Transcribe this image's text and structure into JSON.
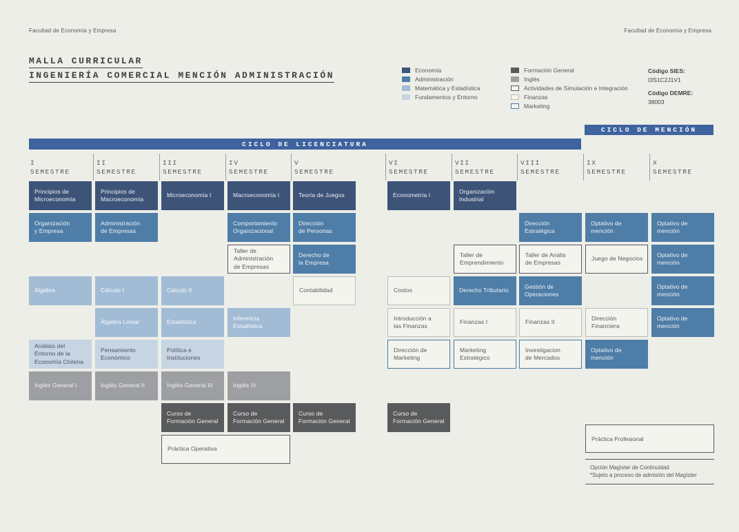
{
  "page": {
    "faculty_left": "Facultad de Economía y Empresa",
    "faculty_right": "Facultad de Economía y Empresa"
  },
  "title": {
    "line1": "MALLA CURRICULAR",
    "line2": "INGENIERÍA COMERCIAL MENCIÓN ADMINISTRACIÓN"
  },
  "legend": {
    "col1": [
      {
        "label": "Economía",
        "type": "economia"
      },
      {
        "label": "Administración",
        "type": "administracion"
      },
      {
        "label": "Matemática y Estadística",
        "type": "matematica"
      },
      {
        "label": "Fundamentos y Entorno",
        "type": "fundamentos"
      }
    ],
    "col2": [
      {
        "label": "Formación General",
        "type": "formacion"
      },
      {
        "label": "Inglés",
        "type": "ingles"
      },
      {
        "label": "Actividades de Simulación e Integración",
        "type": "actividades"
      },
      {
        "label": "Finanzas",
        "type": "finanzas"
      },
      {
        "label": "Marketing",
        "type": "marketing"
      }
    ]
  },
  "codes": {
    "sies_label": "Código SIES:",
    "sies_value": "I3S1C2J1V1",
    "demre_label": "Código DEMRE:",
    "demre_value": "38003"
  },
  "banners": {
    "licenciatura": "CICLO DE LICENCIATURA",
    "mencion": "CICLO DE MENCIÓN"
  },
  "semester_word": "SEMESTRE",
  "semesters": [
    "I",
    "II",
    "III",
    "IV",
    "V",
    "VI",
    "VII",
    "VIII",
    "IX",
    "X"
  ],
  "courses": [
    {
      "name": "Principios de\nMicroeconomía",
      "col": 1,
      "row": 1,
      "type": "economia"
    },
    {
      "name": "Principios de\nMacroeconomía",
      "col": 2,
      "row": 1,
      "type": "economia"
    },
    {
      "name": "Microeconomía I",
      "col": 3,
      "row": 1,
      "type": "economia"
    },
    {
      "name": "Macroeconomía I",
      "col": 4,
      "row": 1,
      "type": "economia"
    },
    {
      "name": "Teoría de Juegos",
      "col": 5,
      "row": 1,
      "type": "economia"
    },
    {
      "name": "Econometría I",
      "col": 6,
      "row": 1,
      "type": "economia"
    },
    {
      "name": "Organización\nIndustrial",
      "col": 7,
      "row": 1,
      "type": "economia"
    },
    {
      "name": "Organización\ny Empresa",
      "col": 1,
      "row": 2,
      "type": "administracion"
    },
    {
      "name": "Administración\nde Empresas",
      "col": 2,
      "row": 2,
      "type": "administracion"
    },
    {
      "name": "Comportamiento\nOrganizacional",
      "col": 4,
      "row": 2,
      "type": "administracion"
    },
    {
      "name": "Dirección\nde Personas",
      "col": 5,
      "row": 2,
      "type": "administracion"
    },
    {
      "name": "Dirección\nEstratégica",
      "col": 8,
      "row": 2,
      "type": "administracion"
    },
    {
      "name": "Optativo de mención",
      "col": 9,
      "row": 2,
      "type": "administracion"
    },
    {
      "name": "Optativo de mención",
      "col": 10,
      "row": 2,
      "type": "administracion"
    },
    {
      "name": "Taller de\nAdministración\nde Empresas",
      "col": 4,
      "row": 3,
      "type": "actividades"
    },
    {
      "name": "Derecho de\nla Empresa",
      "col": 5,
      "row": 3,
      "type": "administracion"
    },
    {
      "name": "Taller de\nEmprendimiento",
      "col": 7,
      "row": 3,
      "type": "actividades"
    },
    {
      "name": "Taller de Anális\nde Empresas",
      "col": 8,
      "row": 3,
      "type": "actividades"
    },
    {
      "name": "Juego de Negocios",
      "col": 9,
      "row": 3,
      "type": "actividades"
    },
    {
      "name": "Optativo de mención",
      "col": 10,
      "row": 3,
      "type": "administracion"
    },
    {
      "name": "Álgebra",
      "col": 1,
      "row": 4,
      "type": "matematica"
    },
    {
      "name": "Cálculo I",
      "col": 2,
      "row": 4,
      "type": "matematica"
    },
    {
      "name": "Cálculo II",
      "col": 3,
      "row": 4,
      "type": "matematica"
    },
    {
      "name": "Contabilidad",
      "col": 5,
      "row": 4,
      "type": "finanzas"
    },
    {
      "name": "Costos",
      "col": 6,
      "row": 4,
      "type": "finanzas"
    },
    {
      "name": "Derecho Tributario",
      "col": 7,
      "row": 4,
      "type": "administracion"
    },
    {
      "name": "Gestión de\nOperaciones",
      "col": 8,
      "row": 4,
      "type": "administracion"
    },
    {
      "name": "Optativo de mención",
      "col": 10,
      "row": 4,
      "type": "administracion"
    },
    {
      "name": "Álgebra Lineal",
      "col": 2,
      "row": 5,
      "type": "matematica"
    },
    {
      "name": "Estadística",
      "col": 3,
      "row": 5,
      "type": "matematica"
    },
    {
      "name": "Inferencia\nEstadística",
      "col": 4,
      "row": 5,
      "type": "matematica"
    },
    {
      "name": "Introducción a\nlas Finanzas",
      "col": 6,
      "row": 5,
      "type": "finanzas"
    },
    {
      "name": "Finanzas I",
      "col": 7,
      "row": 5,
      "type": "finanzas"
    },
    {
      "name": "Finanzas II",
      "col": 8,
      "row": 5,
      "type": "finanzas"
    },
    {
      "name": "Dirección Financiera",
      "col": 9,
      "row": 5,
      "type": "finanzas"
    },
    {
      "name": "Optativo de mención",
      "col": 10,
      "row": 5,
      "type": "administracion"
    },
    {
      "name": "Análisis del\nEntorno de la\nEconomía Chilena",
      "col": 1,
      "row": 6,
      "type": "fundamentos"
    },
    {
      "name": "Pensamiento\nEconómico",
      "col": 2,
      "row": 6,
      "type": "fundamentos"
    },
    {
      "name": "Política e\nInstituciones",
      "col": 3,
      "row": 6,
      "type": "fundamentos"
    },
    {
      "name": "Dirección de\nMarketing",
      "col": 6,
      "row": 6,
      "type": "marketing"
    },
    {
      "name": "Marketing\nEstratégico",
      "col": 7,
      "row": 6,
      "type": "marketing"
    },
    {
      "name": "Investigacion\nde Mercados",
      "col": 8,
      "row": 6,
      "type": "marketing"
    },
    {
      "name": "Optativo de mención",
      "col": 9,
      "row": 6,
      "type": "administracion"
    },
    {
      "name": "Inglés General I",
      "col": 1,
      "row": 7,
      "type": "ingles"
    },
    {
      "name": "Inglés General II",
      "col": 2,
      "row": 7,
      "type": "ingles"
    },
    {
      "name": "Inglés General III",
      "col": 3,
      "row": 7,
      "type": "ingles"
    },
    {
      "name": "Inglés IV",
      "col": 4,
      "row": 7,
      "type": "ingles"
    },
    {
      "name": "Curso de\nFormación General",
      "col": 3,
      "row": 8,
      "type": "formacion"
    },
    {
      "name": "Curso de\nFormación General",
      "col": 4,
      "row": 8,
      "type": "formacion"
    },
    {
      "name": "Curso de\nFormación General",
      "col": 5,
      "row": 8,
      "type": "formacion"
    },
    {
      "name": "Curso de\nFormación General",
      "col": 6,
      "row": 8,
      "type": "formacion"
    },
    {
      "name": "Práctica Operativa",
      "col": 3,
      "row": 9,
      "colspan": 2,
      "type": "actividades"
    }
  ],
  "bottom": {
    "practica_profesional": "Práctica Profesional",
    "magister_option": "Opción Magíster de Continuidad",
    "magister_note": "*Sujeto a proceso de admisión del Magíster"
  },
  "colors": {
    "background": "#edeee8",
    "economia": "#3d5378",
    "administracion": "#4e7da7",
    "matematica": "#a2bcd6",
    "fundamentos": "#c7d4e2",
    "ingles": "#9d9fa2",
    "formacion": "#595a5c",
    "banner": "#3e639e",
    "actividades_border": "#58595b",
    "finanzas_border": "#bcbdb8",
    "marketing_border": "#4779a3"
  }
}
